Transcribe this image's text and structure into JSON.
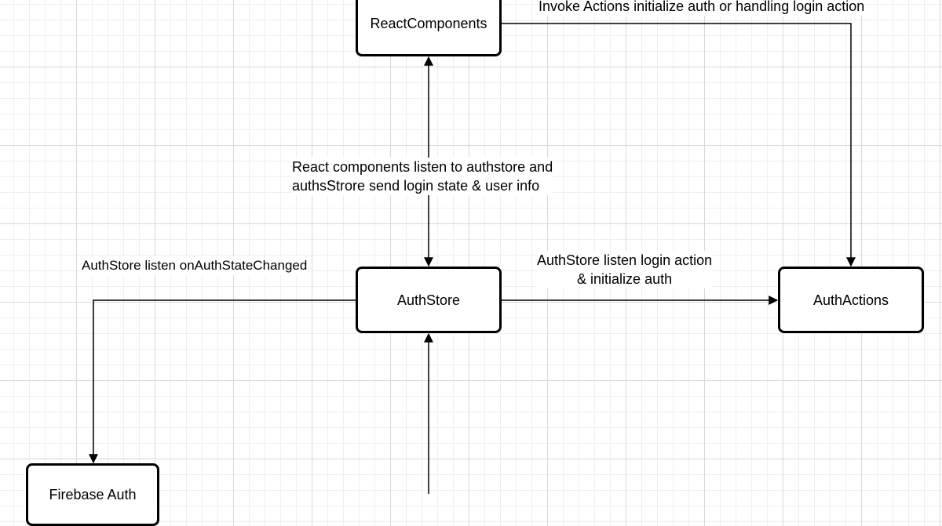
{
  "diagram": {
    "nodes": {
      "react_components": "ReactComponents",
      "auth_store": "AuthStore",
      "auth_actions": "AuthActions",
      "firebase_auth": "Firebase Auth"
    },
    "edges": {
      "invoke_actions": "Invoke Actions initialize auth  or handling login action",
      "components_listen": [
        "React components listen to authstore and",
        "authsStrore send login state & user info"
      ],
      "store_listen_auth_changed": "AuthStore listen onAuthStateChanged",
      "store_listen_login": [
        "AuthStore listen login action",
        "& initialize auth"
      ]
    }
  }
}
